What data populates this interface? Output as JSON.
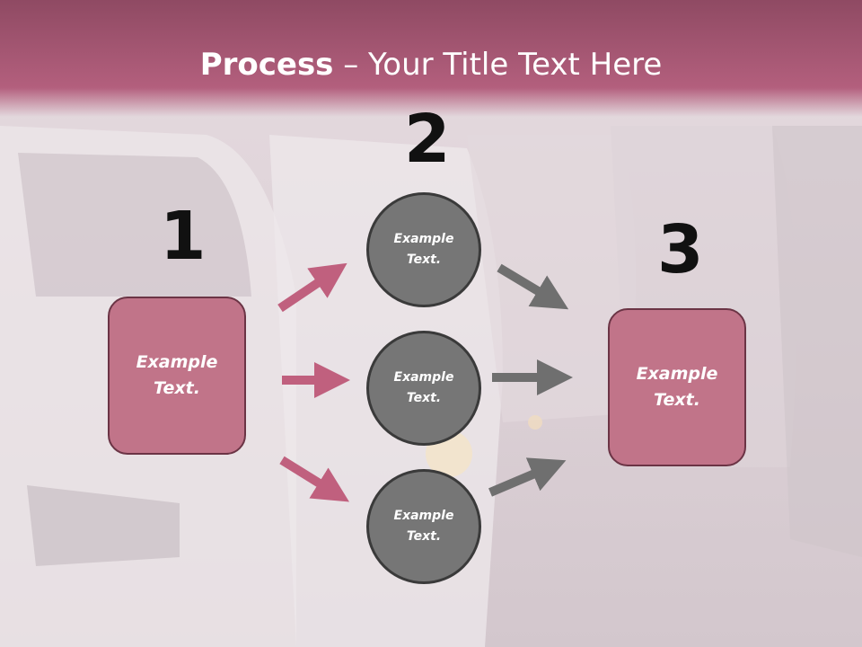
{
  "title": {
    "bold": "Process",
    "rest": " – Your Title Text Here"
  },
  "steps": {
    "one": "1",
    "two": "2",
    "three": "3"
  },
  "left_box": "Example\nText.",
  "right_box": "Example\nText.",
  "circles": [
    "Example\nText.",
    "Example\nText.",
    "Example\nText."
  ],
  "colors": {
    "header": "#b35f7d",
    "box": "#c17489",
    "pink_arrow": "#c0607e",
    "gray_arrow": "#6f6f6f",
    "circle": "#767676"
  }
}
